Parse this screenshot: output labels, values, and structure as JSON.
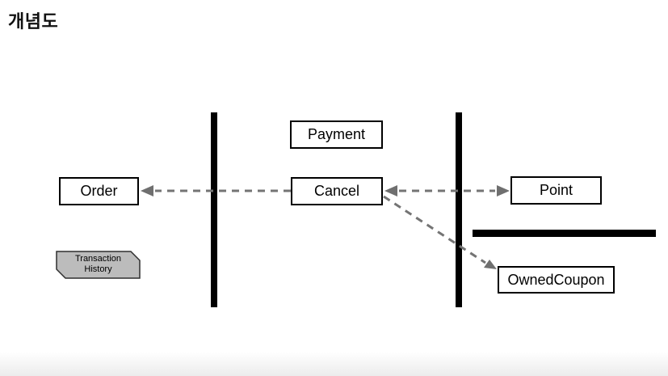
{
  "title": "개념도",
  "diagram": {
    "nodes": [
      {
        "id": "payment",
        "label": "Payment"
      },
      {
        "id": "order",
        "label": "Order"
      },
      {
        "id": "cancel",
        "label": "Cancel"
      },
      {
        "id": "point",
        "label": "Point"
      },
      {
        "id": "owned-coupon",
        "label": "OwnedCoupon"
      }
    ],
    "note": {
      "line1": "Transaction",
      "line2": "History"
    },
    "edges": [
      {
        "from": "Cancel",
        "to": "Order",
        "style": "dashed",
        "arrowheads": "end"
      },
      {
        "from": "Cancel",
        "to": "Point",
        "style": "dashed",
        "arrowheads": "both"
      },
      {
        "from": "Cancel",
        "to": "OwnedCoupon",
        "style": "dashed",
        "arrowheads": "end"
      }
    ],
    "colors": {
      "node_border": "#000000",
      "node_fill": "#ffffff",
      "lifeline_bar": "#000000",
      "arrow": "#747474",
      "arrowhead": "#6f6f6f",
      "note_fill": "#bcbcbc",
      "note_border": "#2e2e2e"
    }
  }
}
